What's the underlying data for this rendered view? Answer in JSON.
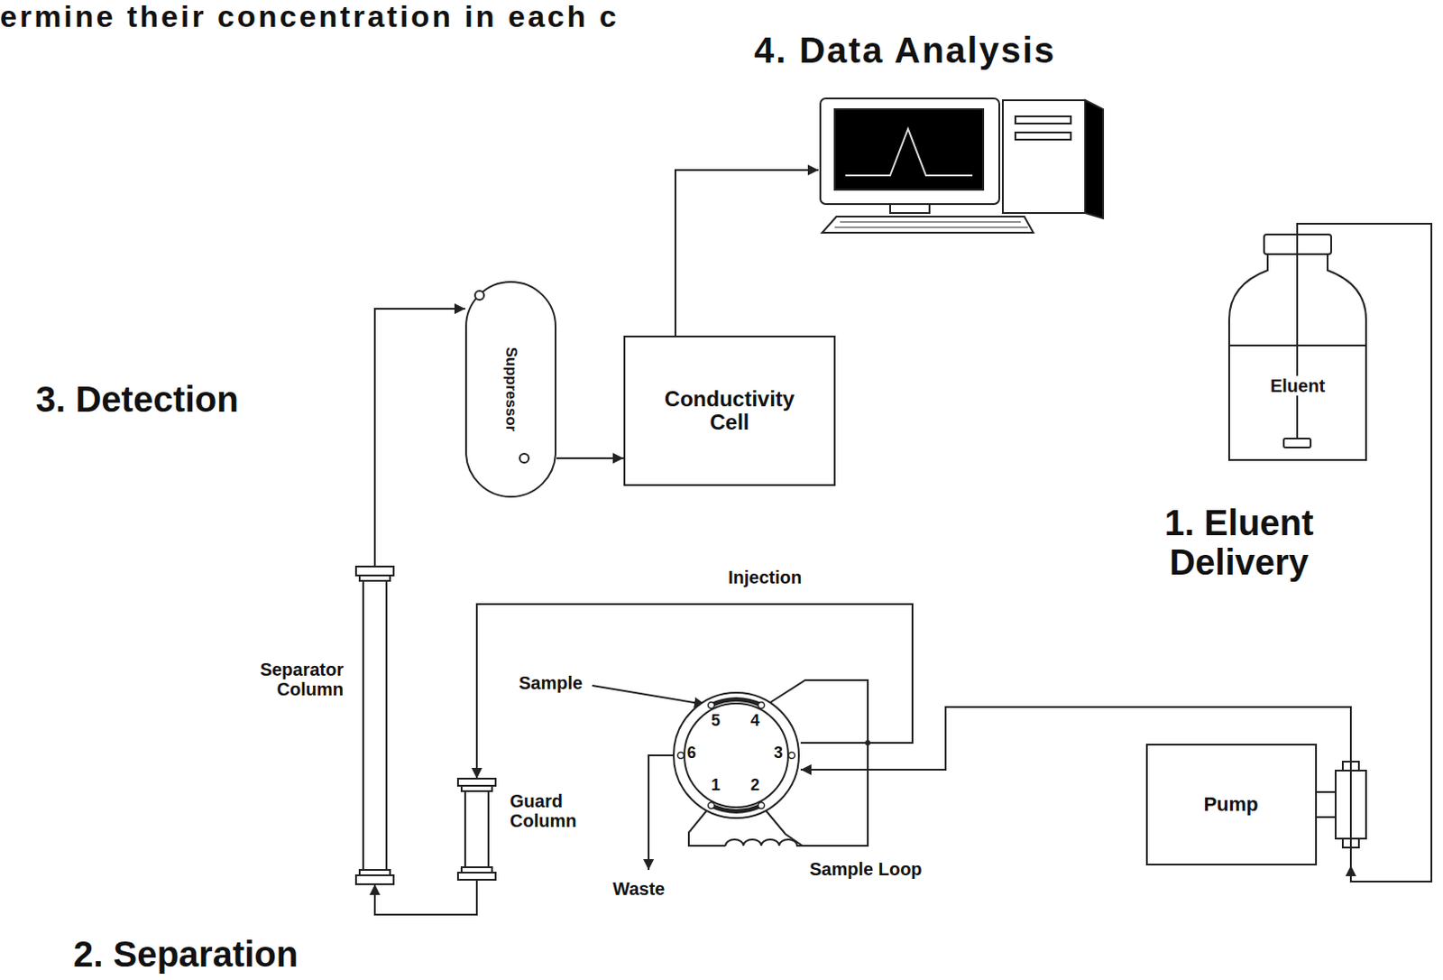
{
  "diagram": {
    "nodes": [
      {
        "text": [
          "4. Data Analysis"
        ]
      },
      {
        "text": [
          "Suppressor"
        ]
      },
      {
        "text": [
          "Conductivity Cell"
        ]
      },
      {
        "text": [
          "Eluent"
        ]
      },
      {
        "text": [
          "Pump"
        ]
      },
      {
        "text": [
          "Separator Column"
        ]
      },
      {
        "text": [
          "Guard Column"
        ]
      },
      {
        "text": [
          "5",
          "4",
          "6",
          "3",
          "1",
          "2"
        ]
      }
    ],
    "edges": [
      {
        "from": 3,
        "to": 4,
        "arrow": "to"
      },
      {
        "from": 4,
        "to": 7,
        "arrow": "to"
      },
      {
        "from": 7,
        "to": 6,
        "label": "Injection",
        "arrow": "to"
      },
      {
        "from": 6,
        "to": 5,
        "arrow": "to"
      },
      {
        "from": 5,
        "to": 1,
        "arrow": "to"
      },
      {
        "from": 1,
        "to": 2,
        "arrow": "to"
      },
      {
        "from": 2,
        "to": 0,
        "arrow": "to"
      }
    ],
    "labels": [
      "ermine their concentration in each c",
      "3. Detection",
      "1. Eluent Delivery",
      "Sample",
      "Sample Loop",
      "Waste",
      "2. Separation"
    ]
  }
}
